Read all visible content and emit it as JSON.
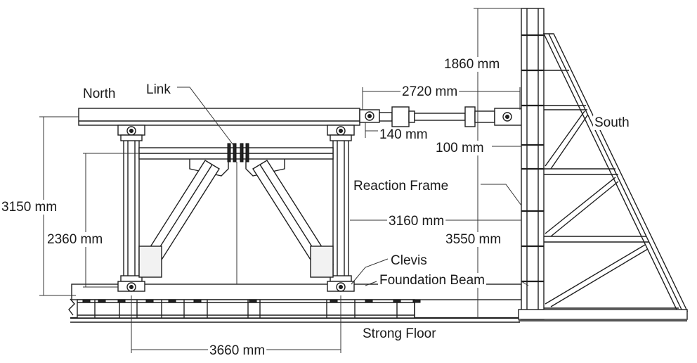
{
  "labels": {
    "north": "North",
    "south": "South",
    "link": "Link",
    "reaction_frame": "Reaction Frame",
    "clevis": "Clevis",
    "foundation_beam": "Foundation Beam",
    "strong_floor": "Strong Floor"
  },
  "dimensions": {
    "d1860": "1860 mm",
    "d2720": "2720 mm",
    "d140": "140 mm",
    "d100": "100 mm",
    "d3150": "3150 mm",
    "d2360": "2360 mm",
    "d3160": "3160 mm",
    "d3550": "3550 mm",
    "d3660": "3660 mm"
  }
}
